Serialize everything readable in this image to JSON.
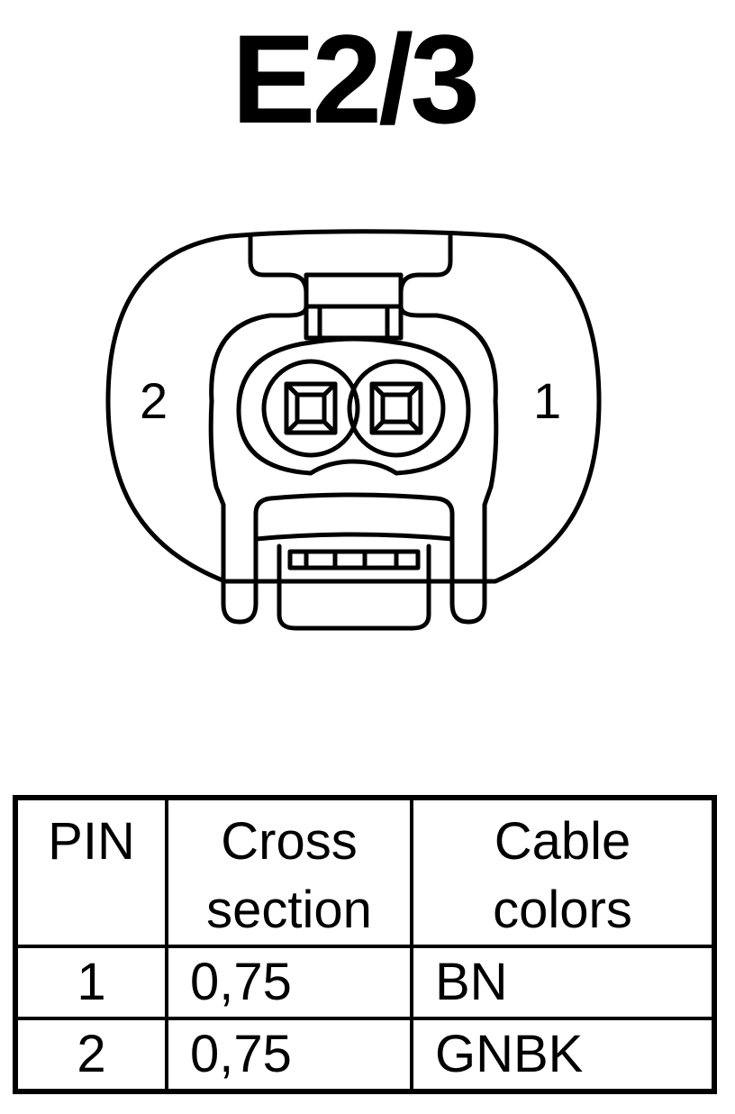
{
  "title": "E2/3",
  "connector": {
    "pin_labels": {
      "left": "2",
      "right": "1"
    }
  },
  "table": {
    "headers": {
      "pin": "PIN",
      "cross_section_line1": "Cross",
      "cross_section_line2": "section",
      "cable_colors_line1": "Cable",
      "cable_colors_line2": "colors"
    },
    "rows": [
      {
        "pin": "1",
        "cross_section": "0,75",
        "cable_color": "BN"
      },
      {
        "pin": "2",
        "cross_section": "0,75",
        "cable_color": "GNBK"
      }
    ]
  }
}
